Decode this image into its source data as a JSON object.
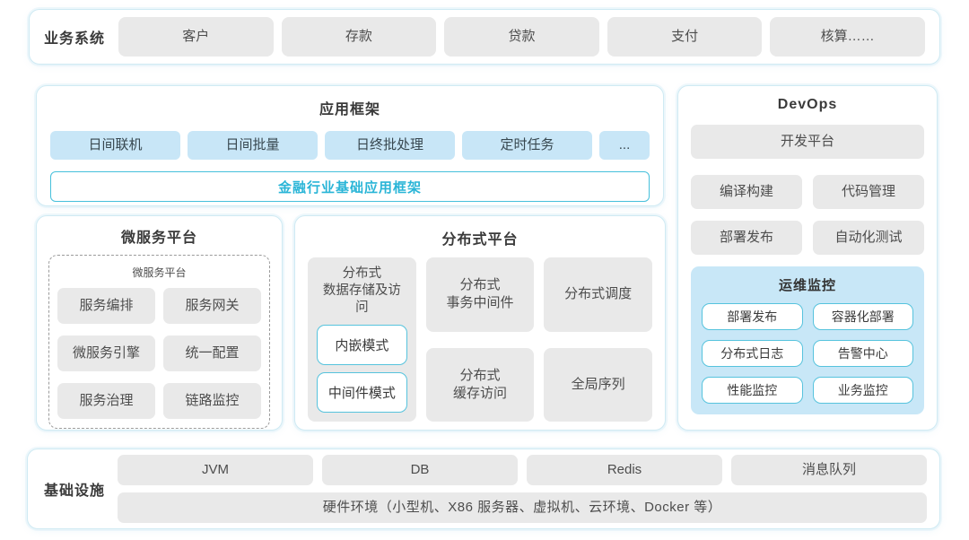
{
  "colors": {
    "accent_teal": "#2ab5d7",
    "panel_border": "#cfeaf3",
    "blue_button_bg": "#c8e6f7",
    "gray_button_bg": "#e9e9e9",
    "monitor_bg": "#c8e7f7",
    "white_button_border": "#56c3dd"
  },
  "business_systems": {
    "label": "业务系统",
    "items": [
      "客户",
      "存款",
      "贷款",
      "支付",
      "核算……"
    ]
  },
  "app_framework": {
    "title": "应用框架",
    "modules": [
      "日间联机",
      "日间批量",
      "日终批处理",
      "定时任务",
      "..."
    ],
    "base_framework": "金融行业基础应用框架"
  },
  "devops": {
    "title": "DevOps",
    "dev_platform": "开发平台",
    "tools": [
      "编译构建",
      "代码管理",
      "部署发布",
      "自动化测试"
    ],
    "ops_monitor": {
      "title": "运维监控",
      "items": [
        "部署发布",
        "容器化部署",
        "分布式日志",
        "告警中心",
        "性能监控",
        "业务监控"
      ]
    }
  },
  "microservice_platform": {
    "title": "微服务平台",
    "inner_title": "微服务平台",
    "items": [
      "服务编排",
      "服务网关",
      "微服务引擎",
      "统一配置",
      "服务治理",
      "链路监控"
    ]
  },
  "distributed_platform": {
    "title": "分布式平台",
    "storage": {
      "title": "分布式\n数据存储及访问",
      "modes": [
        "内嵌模式",
        "中间件模式"
      ]
    },
    "cells": [
      "分布式\n事务中间件",
      "分布式调度",
      "分布式\n缓存访问",
      "全局序列"
    ]
  },
  "infrastructure": {
    "label": "基础设施",
    "items": [
      "JVM",
      "DB",
      "Redis",
      "消息队列"
    ],
    "hardware": "硬件环境（小型机、X86 服务器、虚拟机、云环境、Docker 等）"
  }
}
